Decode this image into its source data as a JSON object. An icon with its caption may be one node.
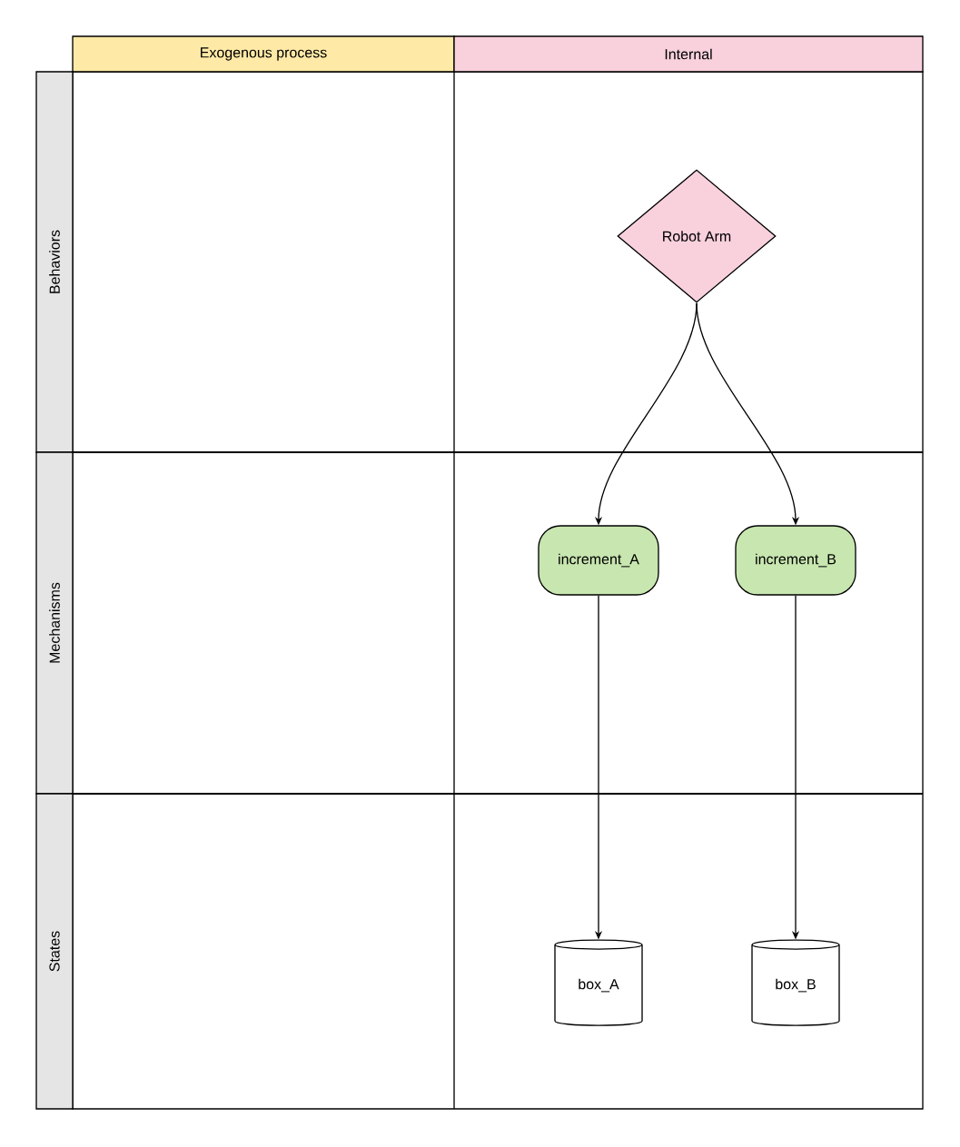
{
  "diagram": {
    "nodes": [
      {
        "text": [
          "Exogenous process"
        ]
      },
      {
        "text": [
          "Internal"
        ]
      },
      {
        "text": [
          "Behaviors"
        ]
      },
      {
        "text": [
          "Mechanisms"
        ]
      },
      {
        "text": [
          "States"
        ]
      },
      {
        "text": [
          "Robot Arm"
        ]
      },
      {
        "text": [
          "increment_A"
        ]
      },
      {
        "text": [
          "increment_B"
        ]
      },
      {
        "text": [
          "box_A"
        ]
      },
      {
        "text": [
          "box_B"
        ]
      }
    ],
    "edges": [
      {
        "from": 5,
        "to": 6,
        "arrow": "to"
      },
      {
        "from": 5,
        "to": 7,
        "arrow": "to"
      },
      {
        "from": 6,
        "to": 8,
        "arrow": "to"
      },
      {
        "from": 7,
        "to": 9,
        "arrow": "to"
      }
    ]
  }
}
